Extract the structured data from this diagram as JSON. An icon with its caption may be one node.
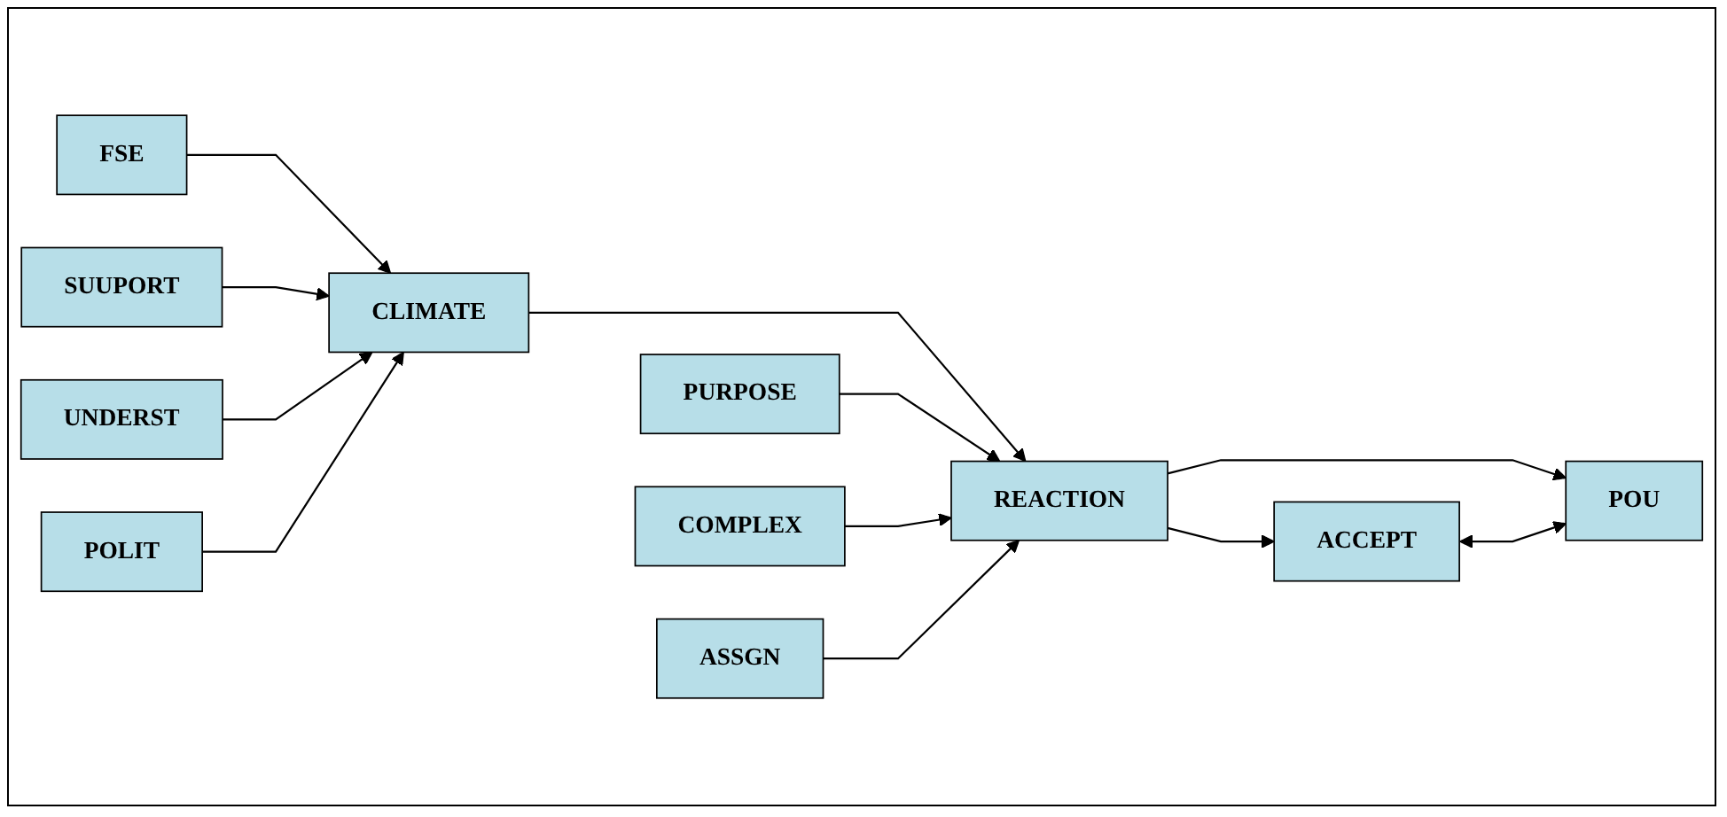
{
  "diagram": {
    "nodes": [
      {
        "text": [
          "FSE"
        ]
      },
      {
        "text": [
          "SUUPORT"
        ]
      },
      {
        "text": [
          "UNDERST"
        ]
      },
      {
        "text": [
          "POLIT"
        ]
      },
      {
        "text": [
          "CLIMATE"
        ]
      },
      {
        "text": [
          "PURPOSE"
        ]
      },
      {
        "text": [
          "COMPLEX"
        ]
      },
      {
        "text": [
          "REACTION"
        ]
      },
      {
        "text": [
          "ASSGN"
        ]
      },
      {
        "text": [
          "ACCEPT"
        ]
      },
      {
        "text": [
          "POU"
        ]
      }
    ],
    "edges": [
      {
        "from": 0,
        "to": 4,
        "arrow": "to"
      },
      {
        "from": 1,
        "to": 4,
        "arrow": "to"
      },
      {
        "from": 2,
        "to": 4,
        "arrow": "to"
      },
      {
        "from": 3,
        "to": 4,
        "arrow": "to"
      },
      {
        "from": 4,
        "to": 7,
        "arrow": "to"
      },
      {
        "from": 5,
        "to": 7,
        "arrow": "to"
      },
      {
        "from": 6,
        "to": 7,
        "arrow": "to"
      },
      {
        "from": 8,
        "to": 7,
        "arrow": "to"
      },
      {
        "from": 7,
        "to": 9,
        "arrow": "to"
      },
      {
        "from": 7,
        "to": 10,
        "arrow": "to"
      },
      {
        "from": 9,
        "to": 10,
        "arrow": "both"
      }
    ]
  }
}
